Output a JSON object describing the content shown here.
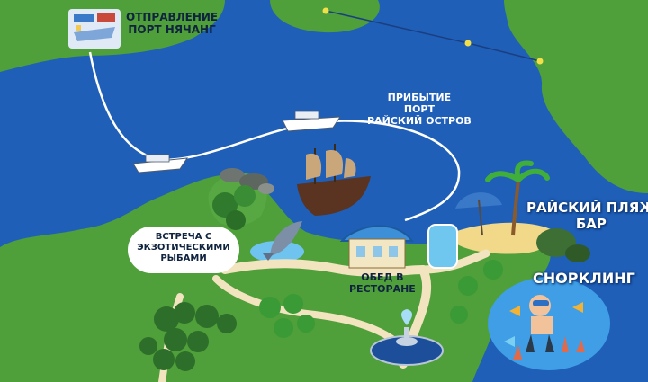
{
  "labels": {
    "departure": "ОТПРАВЛЕНИЕ\nПОРТ НЯЧАНГ",
    "arrival": "ПРИБЫТИЕ\nПОРТ\nРАЙСКИЙ ОСТРОВ",
    "paradise_beach_bar": "РАЙСКИЙ ПЛЯЖ\nБАР",
    "snorkeling": "СНОРКЛИНГ",
    "exotic_fish": "ВСТРЕЧА С\nЭКЗОТИЧЕСКИМИ\nРЫБАМИ",
    "lunch": "ОБЕД В\nРЕСТОРАНЕ"
  },
  "colors": {
    "sea": "#1f5fb8",
    "land": "#4f9f3a",
    "path": "#f1e4bf",
    "route": "#ffffff",
    "buoy_line": "#f2e04a"
  }
}
